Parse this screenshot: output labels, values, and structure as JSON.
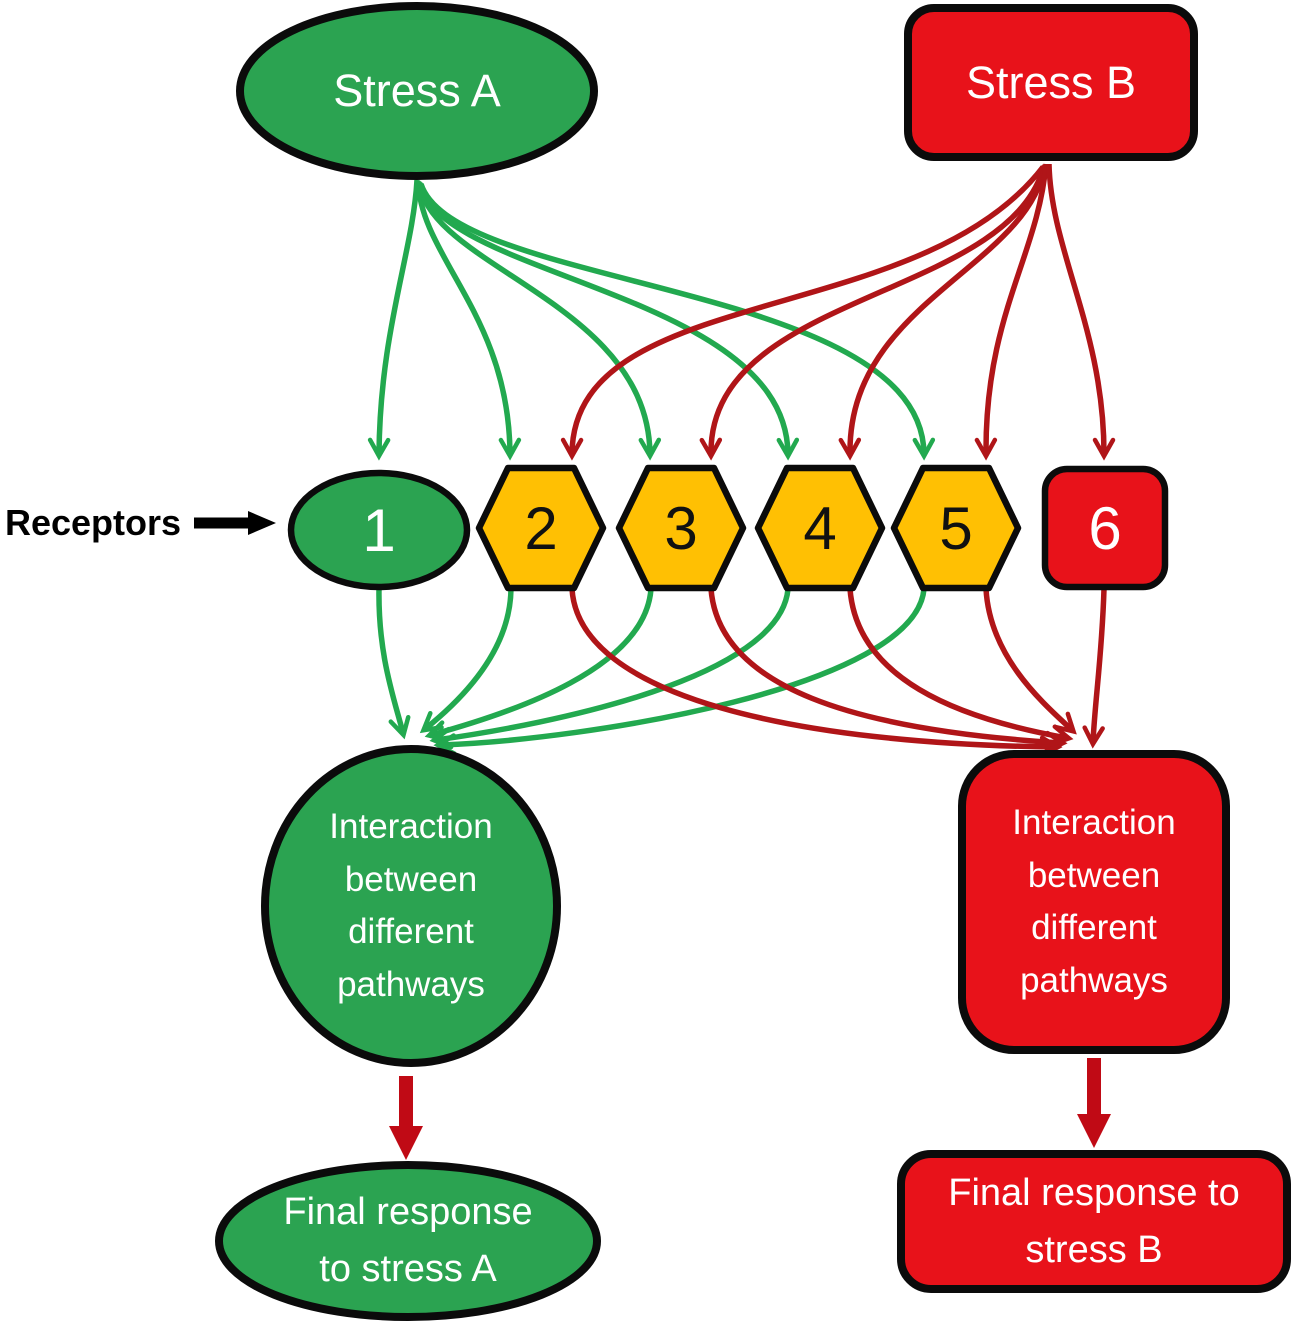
{
  "diagram": {
    "type": "flow-diagram",
    "nodes": {
      "stress_a": {
        "label": "Stress A",
        "shape": "ellipse",
        "fill": "green"
      },
      "stress_b": {
        "label": "Stress B",
        "shape": "rounded-rect",
        "fill": "red"
      },
      "receptors_caption": {
        "label": "Receptors"
      },
      "receptors": [
        {
          "label": "1",
          "shape": "ellipse",
          "fill": "green"
        },
        {
          "label": "2",
          "shape": "hexagon",
          "fill": "yellow"
        },
        {
          "label": "3",
          "shape": "hexagon",
          "fill": "yellow"
        },
        {
          "label": "4",
          "shape": "hexagon",
          "fill": "yellow"
        },
        {
          "label": "5",
          "shape": "hexagon",
          "fill": "yellow"
        },
        {
          "label": "6",
          "shape": "rounded-square",
          "fill": "red"
        }
      ],
      "interaction_a": {
        "label": "Interaction\nbetween\ndifferent\npathways",
        "shape": "circle",
        "fill": "green"
      },
      "interaction_b": {
        "label": "Interaction\nbetween\ndifferent\npathways",
        "shape": "rounded-rect",
        "fill": "red"
      },
      "final_a": {
        "label": "Final response\nto stress A",
        "shape": "ellipse",
        "fill": "green"
      },
      "final_b": {
        "label": "Final response to\nstress B",
        "shape": "rounded-rect",
        "fill": "red"
      }
    },
    "edges": [
      {
        "from": "stress_a",
        "to": "receptor_1",
        "color": "green"
      },
      {
        "from": "stress_a",
        "to": "receptor_2",
        "color": "green"
      },
      {
        "from": "stress_a",
        "to": "receptor_3",
        "color": "green"
      },
      {
        "from": "stress_a",
        "to": "receptor_4",
        "color": "green"
      },
      {
        "from": "stress_a",
        "to": "receptor_5",
        "color": "green"
      },
      {
        "from": "stress_b",
        "to": "receptor_2",
        "color": "dark-red"
      },
      {
        "from": "stress_b",
        "to": "receptor_3",
        "color": "dark-red"
      },
      {
        "from": "stress_b",
        "to": "receptor_4",
        "color": "dark-red"
      },
      {
        "from": "stress_b",
        "to": "receptor_5",
        "color": "dark-red"
      },
      {
        "from": "stress_b",
        "to": "receptor_6",
        "color": "dark-red"
      },
      {
        "from": "receptor_1",
        "to": "interaction_a",
        "color": "green"
      },
      {
        "from": "receptor_2",
        "to": "interaction_a",
        "color": "green"
      },
      {
        "from": "receptor_3",
        "to": "interaction_a",
        "color": "green"
      },
      {
        "from": "receptor_4",
        "to": "interaction_a",
        "color": "green"
      },
      {
        "from": "receptor_5",
        "to": "interaction_a",
        "color": "green"
      },
      {
        "from": "receptor_2",
        "to": "interaction_b",
        "color": "dark-red"
      },
      {
        "from": "receptor_3",
        "to": "interaction_b",
        "color": "dark-red"
      },
      {
        "from": "receptor_4",
        "to": "interaction_b",
        "color": "dark-red"
      },
      {
        "from": "receptor_5",
        "to": "interaction_b",
        "color": "dark-red"
      },
      {
        "from": "receptor_6",
        "to": "interaction_b",
        "color": "dark-red"
      },
      {
        "from": "receptors_caption",
        "to": "receptor_1",
        "color": "black"
      },
      {
        "from": "interaction_a",
        "to": "final_a",
        "color": "thick-red"
      },
      {
        "from": "interaction_b",
        "to": "final_b",
        "color": "thick-red"
      }
    ],
    "colors": {
      "green": "#2BA351",
      "green_arrow": "#22A94F",
      "yellow": "#FFC003",
      "red": "#E8121A",
      "red_arrow_dark": "#B01518",
      "red_arrow_thick": "#C00A15",
      "outline": "#0B0B0B",
      "text_light": "#FFFFFF",
      "text_dark": "#111111",
      "background": "#FFFFFF"
    }
  }
}
